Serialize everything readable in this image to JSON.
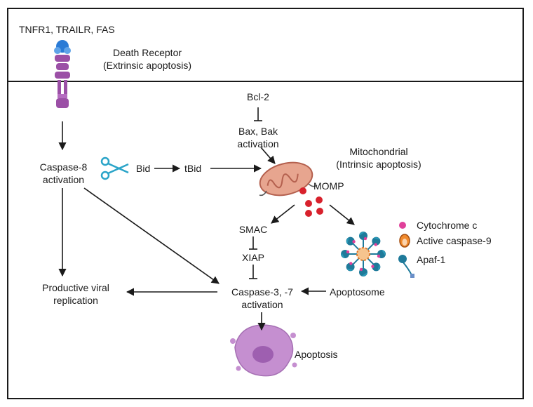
{
  "receptor": {
    "names": "TNFR1, TRAILR, FAS",
    "title_line1": "Death Receptor",
    "title_line2": "(Extrinsic apoptosis)"
  },
  "nodes": {
    "caspase8_line1": "Caspase-8",
    "caspase8_line2": "activation",
    "bid": "Bid",
    "tbid": "tBid",
    "bcl2": "Bcl-2",
    "baxbak_line1": "Bax, Bak",
    "baxbak_line2": "activation",
    "mito_line1": "Mitochondrial",
    "mito_line2": "(Intrinsic apoptosis)",
    "momp": "MOMP",
    "smac": "SMAC",
    "xiap": "XIAP",
    "casp37_line1": "Caspase-3, -7",
    "casp37_line2": "activation",
    "apoptosome": "Apoptosome",
    "viral_line1": "Productive viral",
    "viral_line2": "replication",
    "apoptosis": "Apoptosis"
  },
  "legend": {
    "items": [
      {
        "label": "Cytochrome c",
        "icon": "cytochrome-c-icon",
        "color": "#e0409a"
      },
      {
        "label": "Active caspase-9",
        "icon": "active-caspase-9-icon",
        "color": "#f08a2c"
      },
      {
        "label": "Apaf-1",
        "icon": "apaf-1-icon",
        "color": "#1f7a9a"
      }
    ]
  },
  "colors": {
    "receptor": "#9b4fa6",
    "receptor_head": "#2a7bd6",
    "mitochondrion": "#e7a58f",
    "cytochrome": "#d8212c",
    "apaf": "#1f7a9a",
    "cell": "#c58fd0"
  }
}
